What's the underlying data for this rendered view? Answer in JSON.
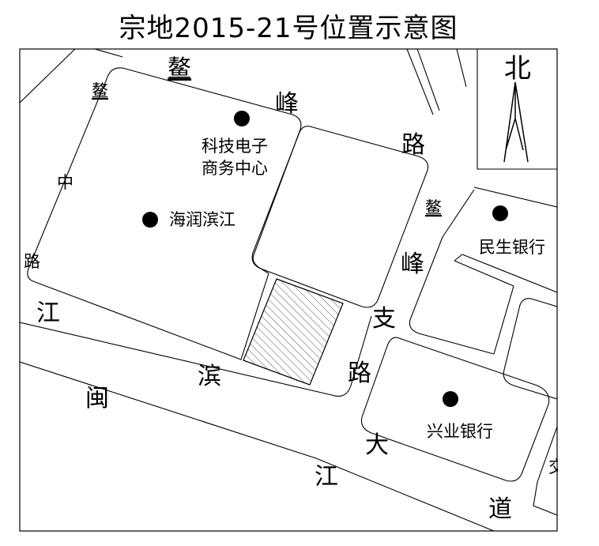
{
  "title": "宗地2015-21号位置示意图",
  "north_label": "北",
  "roads": [
    {
      "name": "aofeng_north_1",
      "text": "鳌"
    },
    {
      "name": "aofeng_north_2",
      "text": "峰"
    },
    {
      "name": "aofeng_north_3",
      "text": "路"
    },
    {
      "name": "aofengzhong_1",
      "text": "鳌"
    },
    {
      "name": "aofengzhong_2",
      "text": "中"
    },
    {
      "name": "aofengzhong_3",
      "text": "路"
    },
    {
      "name": "jiangbin_1",
      "text": "江"
    },
    {
      "name": "jiangbin_2",
      "text": "滨"
    },
    {
      "name": "jiangbin_3",
      "text": "路"
    },
    {
      "name": "aofengzhi_1",
      "text": "鳌"
    },
    {
      "name": "aofengzhi_2",
      "text": "峰"
    },
    {
      "name": "aofengzhi_3",
      "text": "支"
    },
    {
      "name": "minjiang_1",
      "text": "闽"
    },
    {
      "name": "minjiang_2",
      "text": "江"
    },
    {
      "name": "minjiang_3",
      "text": "大"
    },
    {
      "name": "minjiang_4",
      "text": "道"
    },
    {
      "name": "edge_cut",
      "text": "交"
    }
  ],
  "landmarks": [
    {
      "name": "keji_line1",
      "text": "科技电子"
    },
    {
      "name": "keji_line2",
      "text": "商务中心"
    },
    {
      "name": "hairun",
      "text": "海润滨江"
    },
    {
      "name": "minsheng",
      "text": "民生银行"
    },
    {
      "name": "xingye",
      "text": "兴业银行"
    }
  ],
  "colors": {
    "line": "#000000",
    "hatch": "#555555",
    "background": "#ffffff"
  }
}
